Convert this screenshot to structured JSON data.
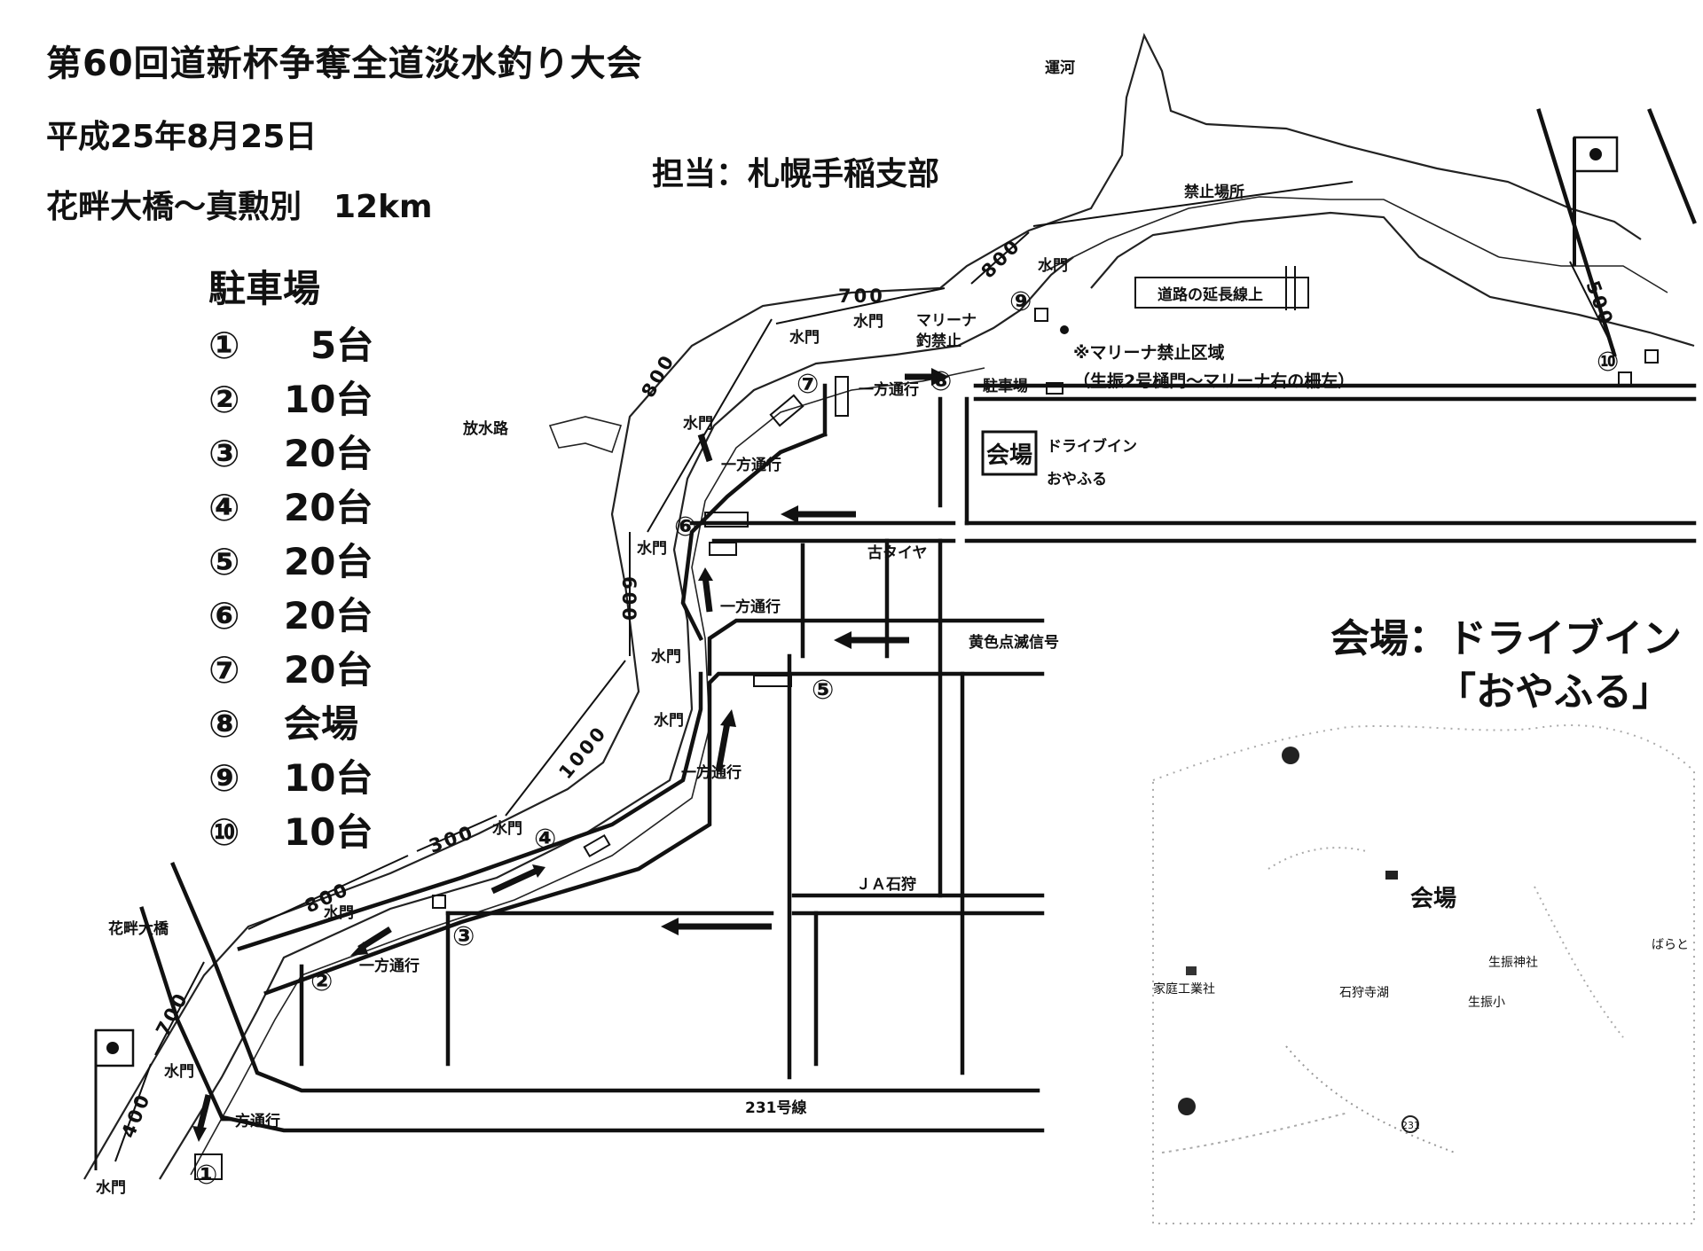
{
  "header": {
    "title": "第60回道新杯争奪全道淡水釣り大会",
    "date": "平成25年8月25日",
    "course": "花畔大橋～真勲別　12km",
    "organizer": "担当：札幌手稲支部"
  },
  "parking": {
    "heading": "駐車場",
    "items": [
      {
        "num": "①",
        "value": "5台"
      },
      {
        "num": "②",
        "value": "10台"
      },
      {
        "num": "③",
        "value": "20台"
      },
      {
        "num": "④",
        "value": "20台"
      },
      {
        "num": "⑤",
        "value": "20台"
      },
      {
        "num": "⑥",
        "value": "20台"
      },
      {
        "num": "⑦",
        "value": "20台"
      },
      {
        "num": "⑧",
        "value": "会場"
      },
      {
        "num": "⑨",
        "value": "10台"
      },
      {
        "num": "⑩",
        "value": "10台"
      }
    ]
  },
  "map_labels": {
    "canal": "運河",
    "forbidden_area": "禁止場所",
    "road_extension": "道路の延長線上",
    "marina_note": "※マリーナ禁止区域",
    "marina_note_detail": "（生振2号樋門～マリーナ右の柵左）",
    "marina": "マリーナ",
    "fishing_ban": "釣禁止",
    "parking_lot": "駐車場",
    "drainage": "放水路",
    "venue_box": "会場",
    "drive_in": "ドライブイン",
    "oyafuru": "おやふる",
    "used_tires": "古タイヤ",
    "flashing_signal": "黄色点滅信号",
    "ja": "ＪＡ石狩",
    "route": "231号線",
    "bridge": "花畔大橋",
    "sluice": "水門",
    "one_way": "一方通行"
  },
  "spot_numbers": {
    "p1": "①",
    "p2": "②",
    "p3": "③",
    "p4": "④",
    "p5": "⑤",
    "p6": "⑥",
    "p7": "⑦",
    "p8": "⑧",
    "p9": "⑨",
    "p10": "⑩"
  },
  "distances": {
    "d700_top": "700",
    "d800_top": "800",
    "d800_left": "800",
    "d600": "600",
    "d1000": "1000",
    "d300": "300",
    "d800_bottom": "800",
    "d700_bottom": "700",
    "d400": "400",
    "d500": "500"
  },
  "inset": {
    "title": "会場：ドライブイン",
    "subtitle": "「おやふる」",
    "venue": "会場",
    "place_1": "ばらと",
    "place_2": "家庭工業社",
    "place_3": "石狩寺湖",
    "place_4": "生振神社",
    "place_5": "生振小",
    "route": "231"
  }
}
